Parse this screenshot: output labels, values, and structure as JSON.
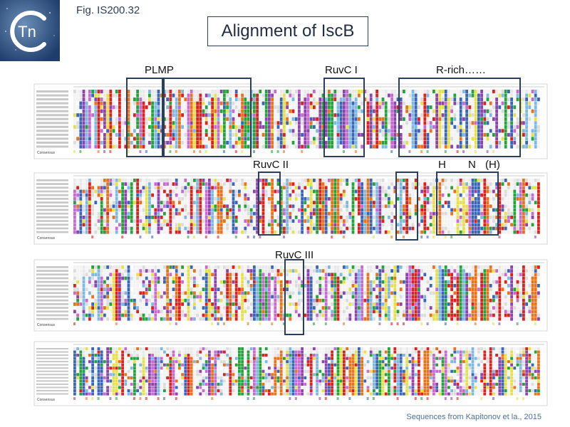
{
  "header": {
    "figure_label": "Fig. IS200.32",
    "title": "Alignment of IscB",
    "logo_text": "Tn"
  },
  "regions": {
    "plmp": "PLMP",
    "ruvc1": "RuvC I",
    "rrich": "R-rich……",
    "ruvc2": "RuvC II",
    "h": "H",
    "n": "N",
    "h_paren": "(H)",
    "ruvc3": "RuvC III"
  },
  "panels": [
    {
      "name": "block-1",
      "consensus_label": "Consensus"
    },
    {
      "name": "block-2",
      "consensus_label": "Consensus"
    },
    {
      "name": "block-3",
      "consensus_label": "Consensus"
    },
    {
      "name": "block-4",
      "consensus_label": "Consensus"
    }
  ],
  "footer": {
    "source": "Sequences from Kapitonov et la., 2015"
  },
  "colors": {
    "box": "#2b3f5c",
    "residue_palette": [
      "#d8231f",
      "#3a66b8",
      "#23a33a",
      "#8e44ad",
      "#e8731c",
      "#e8e04a",
      "#7fb8e0",
      "#c76bd2",
      "#ffffff"
    ]
  }
}
